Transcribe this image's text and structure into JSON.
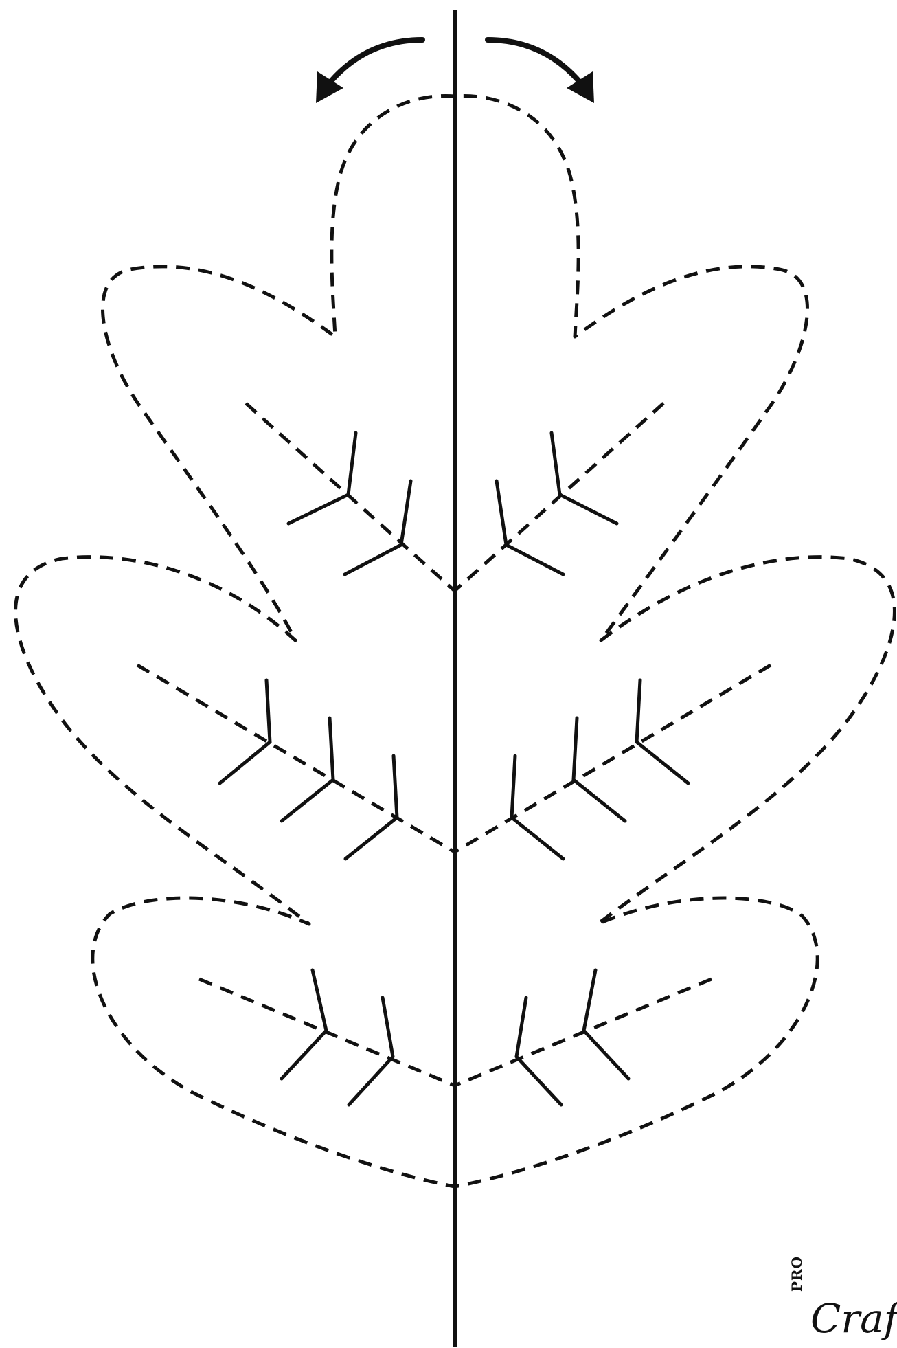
{
  "figure": {
    "kind": "fold-and-cut leaf template",
    "fold_arrows": [
      "left",
      "right"
    ],
    "lobes": [
      "top",
      "upper",
      "middle",
      "lower"
    ]
  },
  "watermark": {
    "brand_small": "PRO",
    "brand_script": "Crafts"
  },
  "colors": {
    "ink": "#111111",
    "background": "#ffffff"
  }
}
